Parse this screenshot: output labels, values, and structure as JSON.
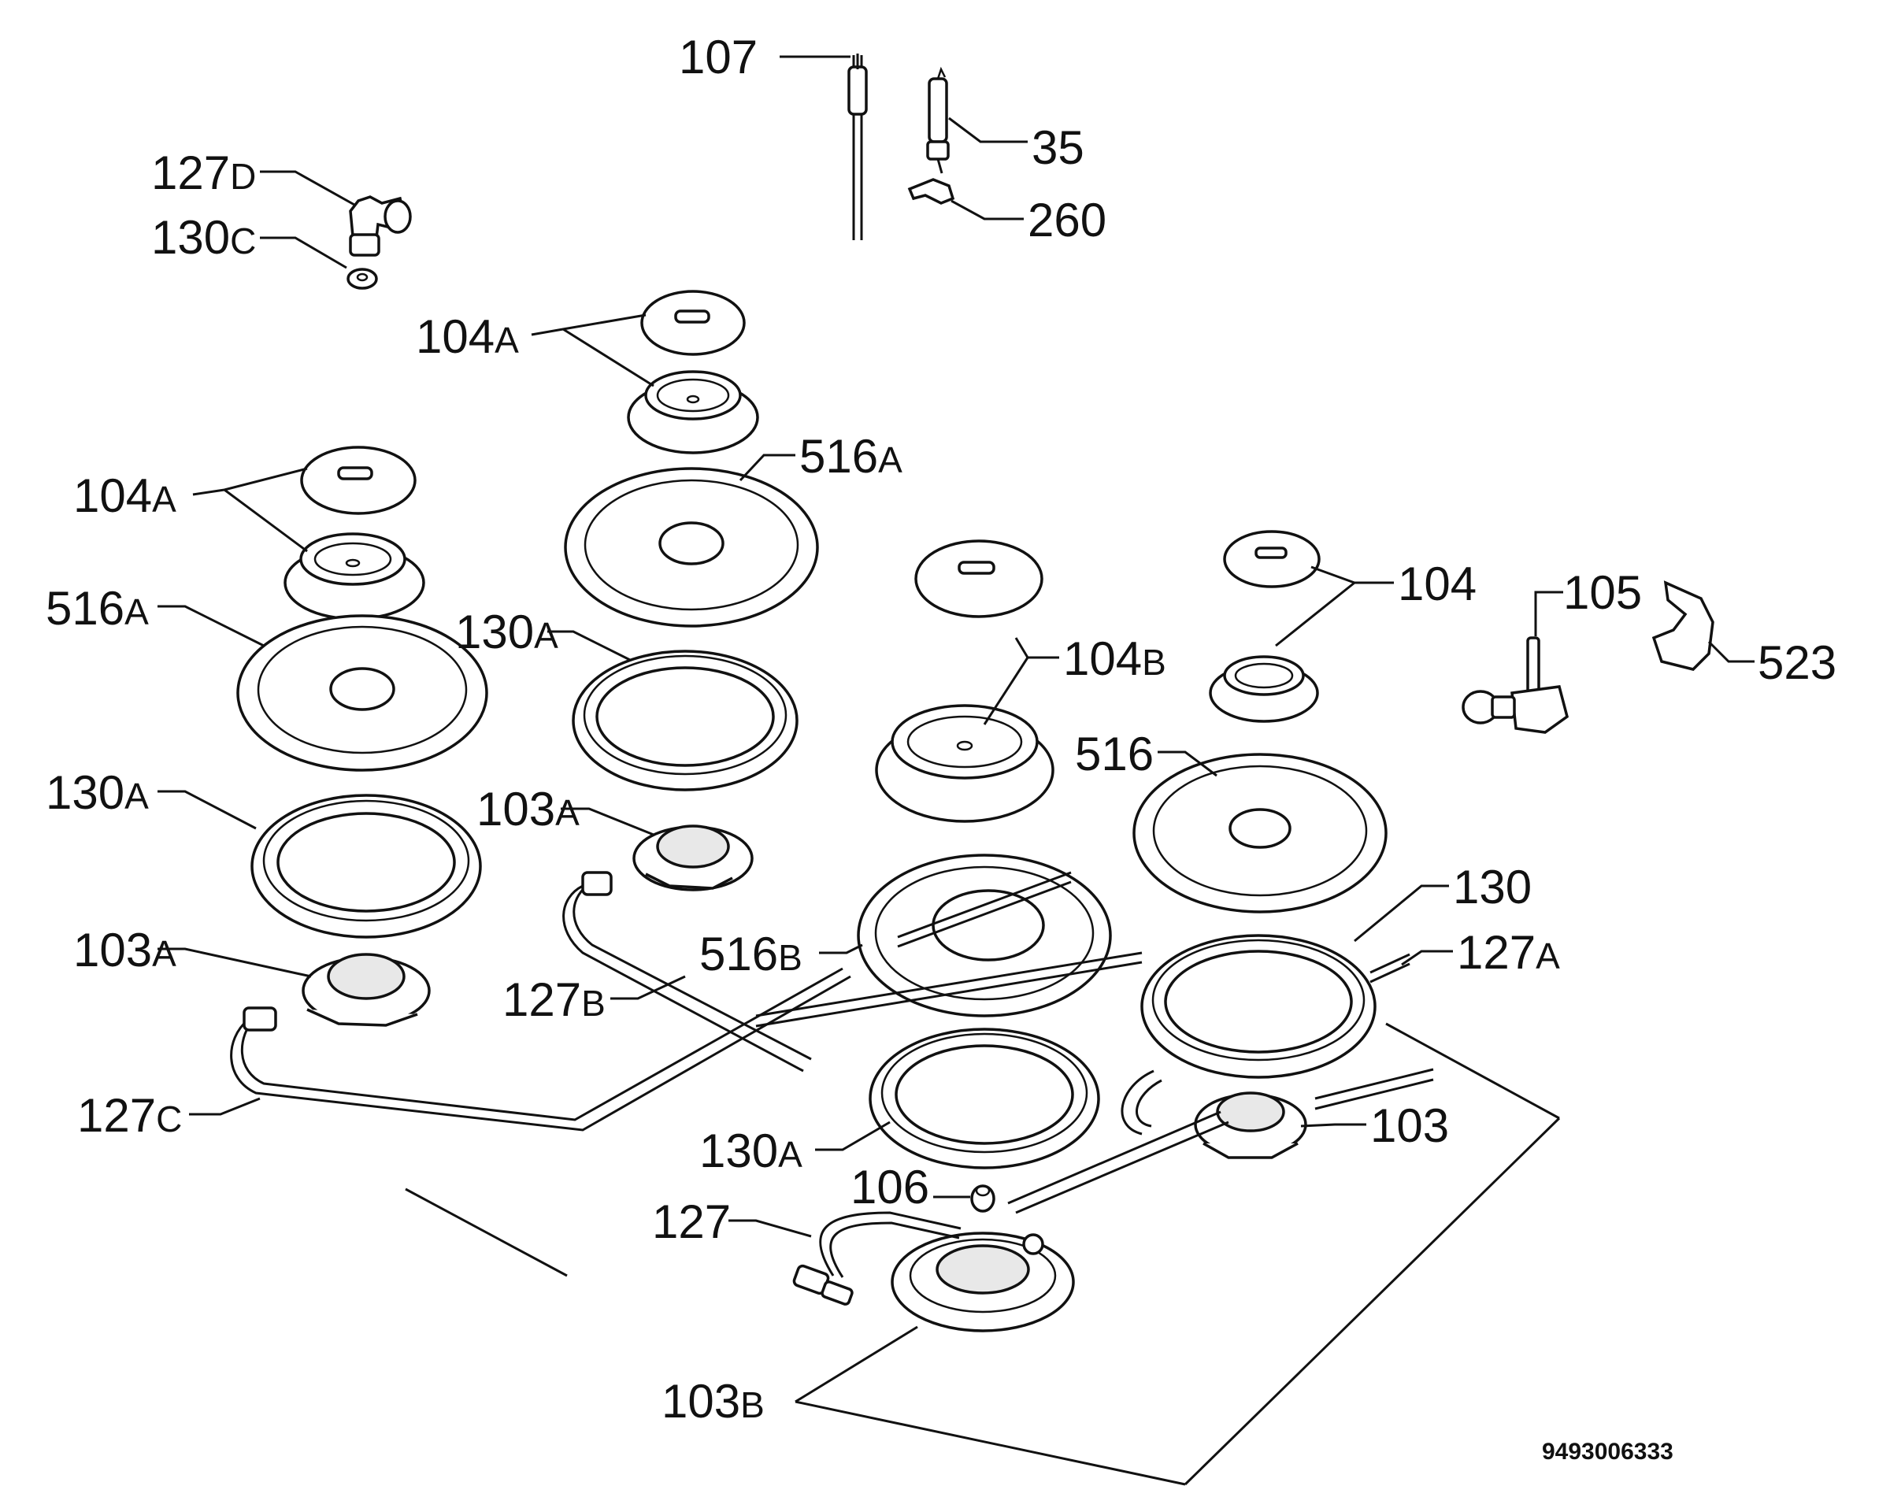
{
  "diagram": {
    "code": "9493006333",
    "labels": [
      {
        "num": "107",
        "suffix": ""
      },
      {
        "num": "35",
        "suffix": ""
      },
      {
        "num": "260",
        "suffix": ""
      },
      {
        "num": "127",
        "suffix": "D"
      },
      {
        "num": "130",
        "suffix": "C"
      },
      {
        "num": "104",
        "suffix": "A"
      },
      {
        "num": "104",
        "suffix": "A"
      },
      {
        "num": "516",
        "suffix": "A"
      },
      {
        "num": "516",
        "suffix": "A"
      },
      {
        "num": "130",
        "suffix": "A"
      },
      {
        "num": "130",
        "suffix": "A"
      },
      {
        "num": "104",
        "suffix": ""
      },
      {
        "num": "105",
        "suffix": ""
      },
      {
        "num": "523",
        "suffix": ""
      },
      {
        "num": "104",
        "suffix": "B"
      },
      {
        "num": "516",
        "suffix": ""
      },
      {
        "num": "103",
        "suffix": "A"
      },
      {
        "num": "103",
        "suffix": "A"
      },
      {
        "num": "130",
        "suffix": ""
      },
      {
        "num": "127",
        "suffix": "A"
      },
      {
        "num": "516",
        "suffix": "B"
      },
      {
        "num": "127",
        "suffix": "B"
      },
      {
        "num": "127",
        "suffix": "C"
      },
      {
        "num": "103",
        "suffix": ""
      },
      {
        "num": "130",
        "suffix": "A"
      },
      {
        "num": "106",
        "suffix": ""
      },
      {
        "num": "127",
        "suffix": ""
      },
      {
        "num": "103",
        "suffix": "B"
      }
    ]
  }
}
